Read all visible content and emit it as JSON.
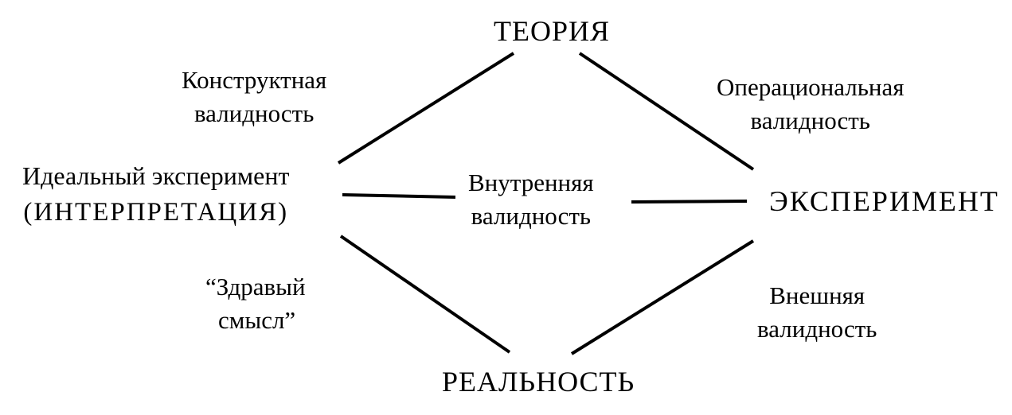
{
  "nodes": {
    "theory": "ТЕОРИЯ",
    "interpretation_line1": "Идеальный эксперимент",
    "interpretation_line2": "(ИНТЕРПРЕТАЦИЯ)",
    "experiment": "ЭКСПЕРИМЕНТ",
    "reality": "РЕАЛЬНОСТЬ"
  },
  "edges": {
    "construct_validity": [
      "Конструктная",
      "валидность"
    ],
    "operational_validity": [
      "Операциональная",
      "валидность"
    ],
    "internal_validity": [
      "Внутренняя",
      "валидность"
    ],
    "common_sense": [
      "“Здравый",
      "смысл”"
    ],
    "external_validity": [
      "Внешняя",
      "валидность"
    ]
  }
}
